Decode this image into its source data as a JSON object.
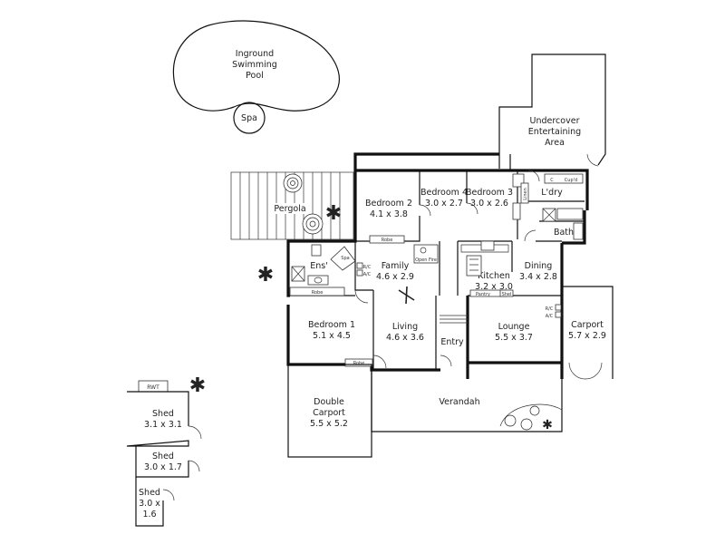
{
  "outdoor": {
    "pool": [
      "Inground",
      "Swimming",
      "Pool"
    ],
    "spa": "Spa",
    "entertaining": [
      "Undercover",
      "Entertaining",
      "Area"
    ],
    "pergola": "Pergola",
    "verandah": "Verandah",
    "rwt": "RWT"
  },
  "rooms": {
    "bedroom2": {
      "name": "Bedroom 2",
      "dims": "4.1 x 3.8"
    },
    "bedroom4": {
      "name": "Bedroom 4",
      "dims": "3.0 x 2.7"
    },
    "bedroom3": {
      "name": "Bedroom 3",
      "dims": "3.0 x 2.6"
    },
    "laundry": {
      "name": "L'dry"
    },
    "bath": {
      "name": "Bath"
    },
    "ensuite": {
      "name": "Ens'"
    },
    "family": {
      "name": "Family",
      "dims": "4.6 x 2.9"
    },
    "kitchen": {
      "name": "Kitchen",
      "dims": "3.2 x 3.0"
    },
    "dining": {
      "name": "Dining",
      "dims": "3.4 x 2.8"
    },
    "bedroom1": {
      "name": "Bedroom 1",
      "dims": "5.1 x 4.5"
    },
    "living": {
      "name": "Living",
      "dims": "4.6 x 3.6"
    },
    "entry": {
      "name": "Entry"
    },
    "lounge": {
      "name": "Lounge",
      "dims": "5.5 x 3.7"
    },
    "carport": {
      "name": "Carport",
      "dims": "5.7 x 2.9"
    },
    "double_carport": {
      "name": [
        "Double",
        "Carport"
      ],
      "dims": "5.5 x 5.2"
    }
  },
  "sheds": [
    {
      "name": "Shed",
      "dims": "3.1 x 3.1"
    },
    {
      "name": "Shed",
      "dims": "3.0 x 1.7"
    },
    {
      "name": "Shed",
      "dims": [
        "3.0 x",
        "1.6"
      ]
    }
  ],
  "fixtures": {
    "robe": "Robe",
    "cupd": "Cup'd",
    "c": "C",
    "linen": "Linen",
    "open_fire": "Open Fire",
    "pantry": "Pantry",
    "shel": "Shel",
    "rc": "R/C",
    "ac": "A/C",
    "spa_small": "Spa"
  }
}
